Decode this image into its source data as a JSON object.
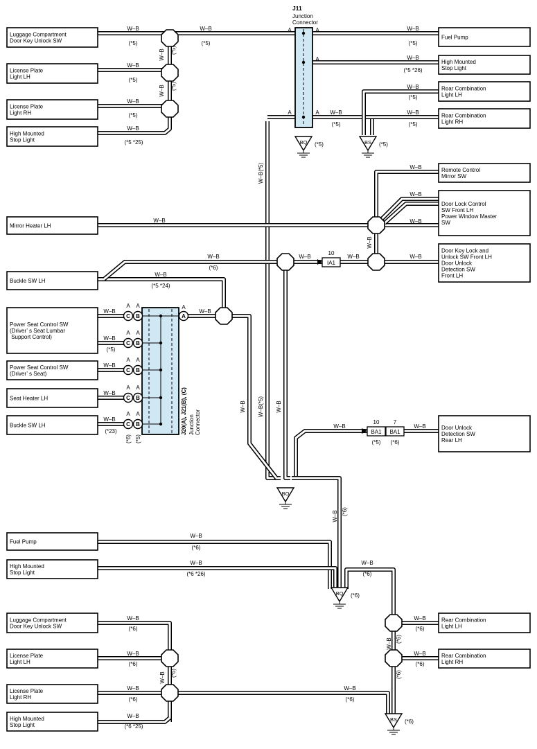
{
  "wire_color": "W–B",
  "connectors": {
    "j11": {
      "id": "J11",
      "label": "Junction\nConnector",
      "pin": "A"
    },
    "j20": {
      "id": "J20(A), J21(B), (C)",
      "label": "Junction\nConnector",
      "pins": [
        "A",
        "B",
        "C"
      ],
      "left_notes": [
        "(*6)",
        "(*5)"
      ]
    },
    "ia1": {
      "num": "10",
      "id": "IA1"
    },
    "ba1a": {
      "num": "10",
      "id": "BA1",
      "note": "(*5)"
    },
    "ba1b": {
      "num": "7",
      "id": "BA1",
      "note": "(*6)"
    }
  },
  "grounds": {
    "bq_top": {
      "id": "BQ",
      "note": "(*5)"
    },
    "bs_top": {
      "id": "BS",
      "note": "(*5)"
    },
    "bo": {
      "id": "BO"
    },
    "bq_bot": {
      "id": "BQ",
      "note": "(*6)"
    },
    "bs_bot": {
      "id": "BS",
      "note": "(*6)"
    }
  },
  "boxes": {
    "l_luggage1": "Luggage Compartment\nDoor Key Unlock SW",
    "l_plate_lh1": "License Plate\nLight LH",
    "l_plate_rh1": "License Plate\nLight RH",
    "l_hms1": "High Mounted\nStop Light",
    "l_mirror_heater": "Mirror Heater LH",
    "l_buckle1": "Buckle SW LH",
    "l_pwr_seat_lumbar": "Power Seat Control SW\n(Driver’ s Seat Lumbar\n Support Control)",
    "l_pwr_seat": "Power Seat Control SW\n(Driver’ s Seat)",
    "l_seat_heater": "Seat Heater LH",
    "l_buckle2": "Buckle SW LH",
    "l_fuel2": "Fuel Pump",
    "l_hms2": "High Mounted\nStop Light",
    "l_luggage2": "Luggage Compartment\nDoor Key Unlock SW",
    "l_plate_lh2": "License Plate\nLight LH",
    "l_plate_rh2": "License Plate\nLight RH",
    "l_hms3": "High Mounted\nStop Light",
    "r_fuel": "Fuel Pump",
    "r_hms": "High Mounted\nStop Light",
    "r_rcl_lh": "Rear Combination\nLight LH",
    "r_rcl_rh": "Rear Combination\nLight RH",
    "r_remote_mirror": "Remote Control\nMirror SW",
    "r_door_lock": "Door Lock Control\nSW Front LH\nPower Window Master\nSW",
    "r_door_key": "Door Key Lock and\nUnlock SW Front LH\nDoor Unlock\nDetection SW\nFront LH",
    "r_door_unlock_rear": "Door Unlock\nDetection SW\nRear LH",
    "r_rcl_lh2": "Rear Combination\nLight LH",
    "r_rcl_rh2": "Rear Combination\nLight RH"
  },
  "notes": {
    "n5": "(*5)",
    "n6": "(*6)",
    "n5_25": "(*5 *25)",
    "n5_26": "(*5 *26)",
    "n5_24": "(*5 *24)",
    "n23": "(*23)",
    "n6_26": "(*6 *26)",
    "n6_25": "(*6 *25)",
    "wb5": "W–B(*5)"
  }
}
